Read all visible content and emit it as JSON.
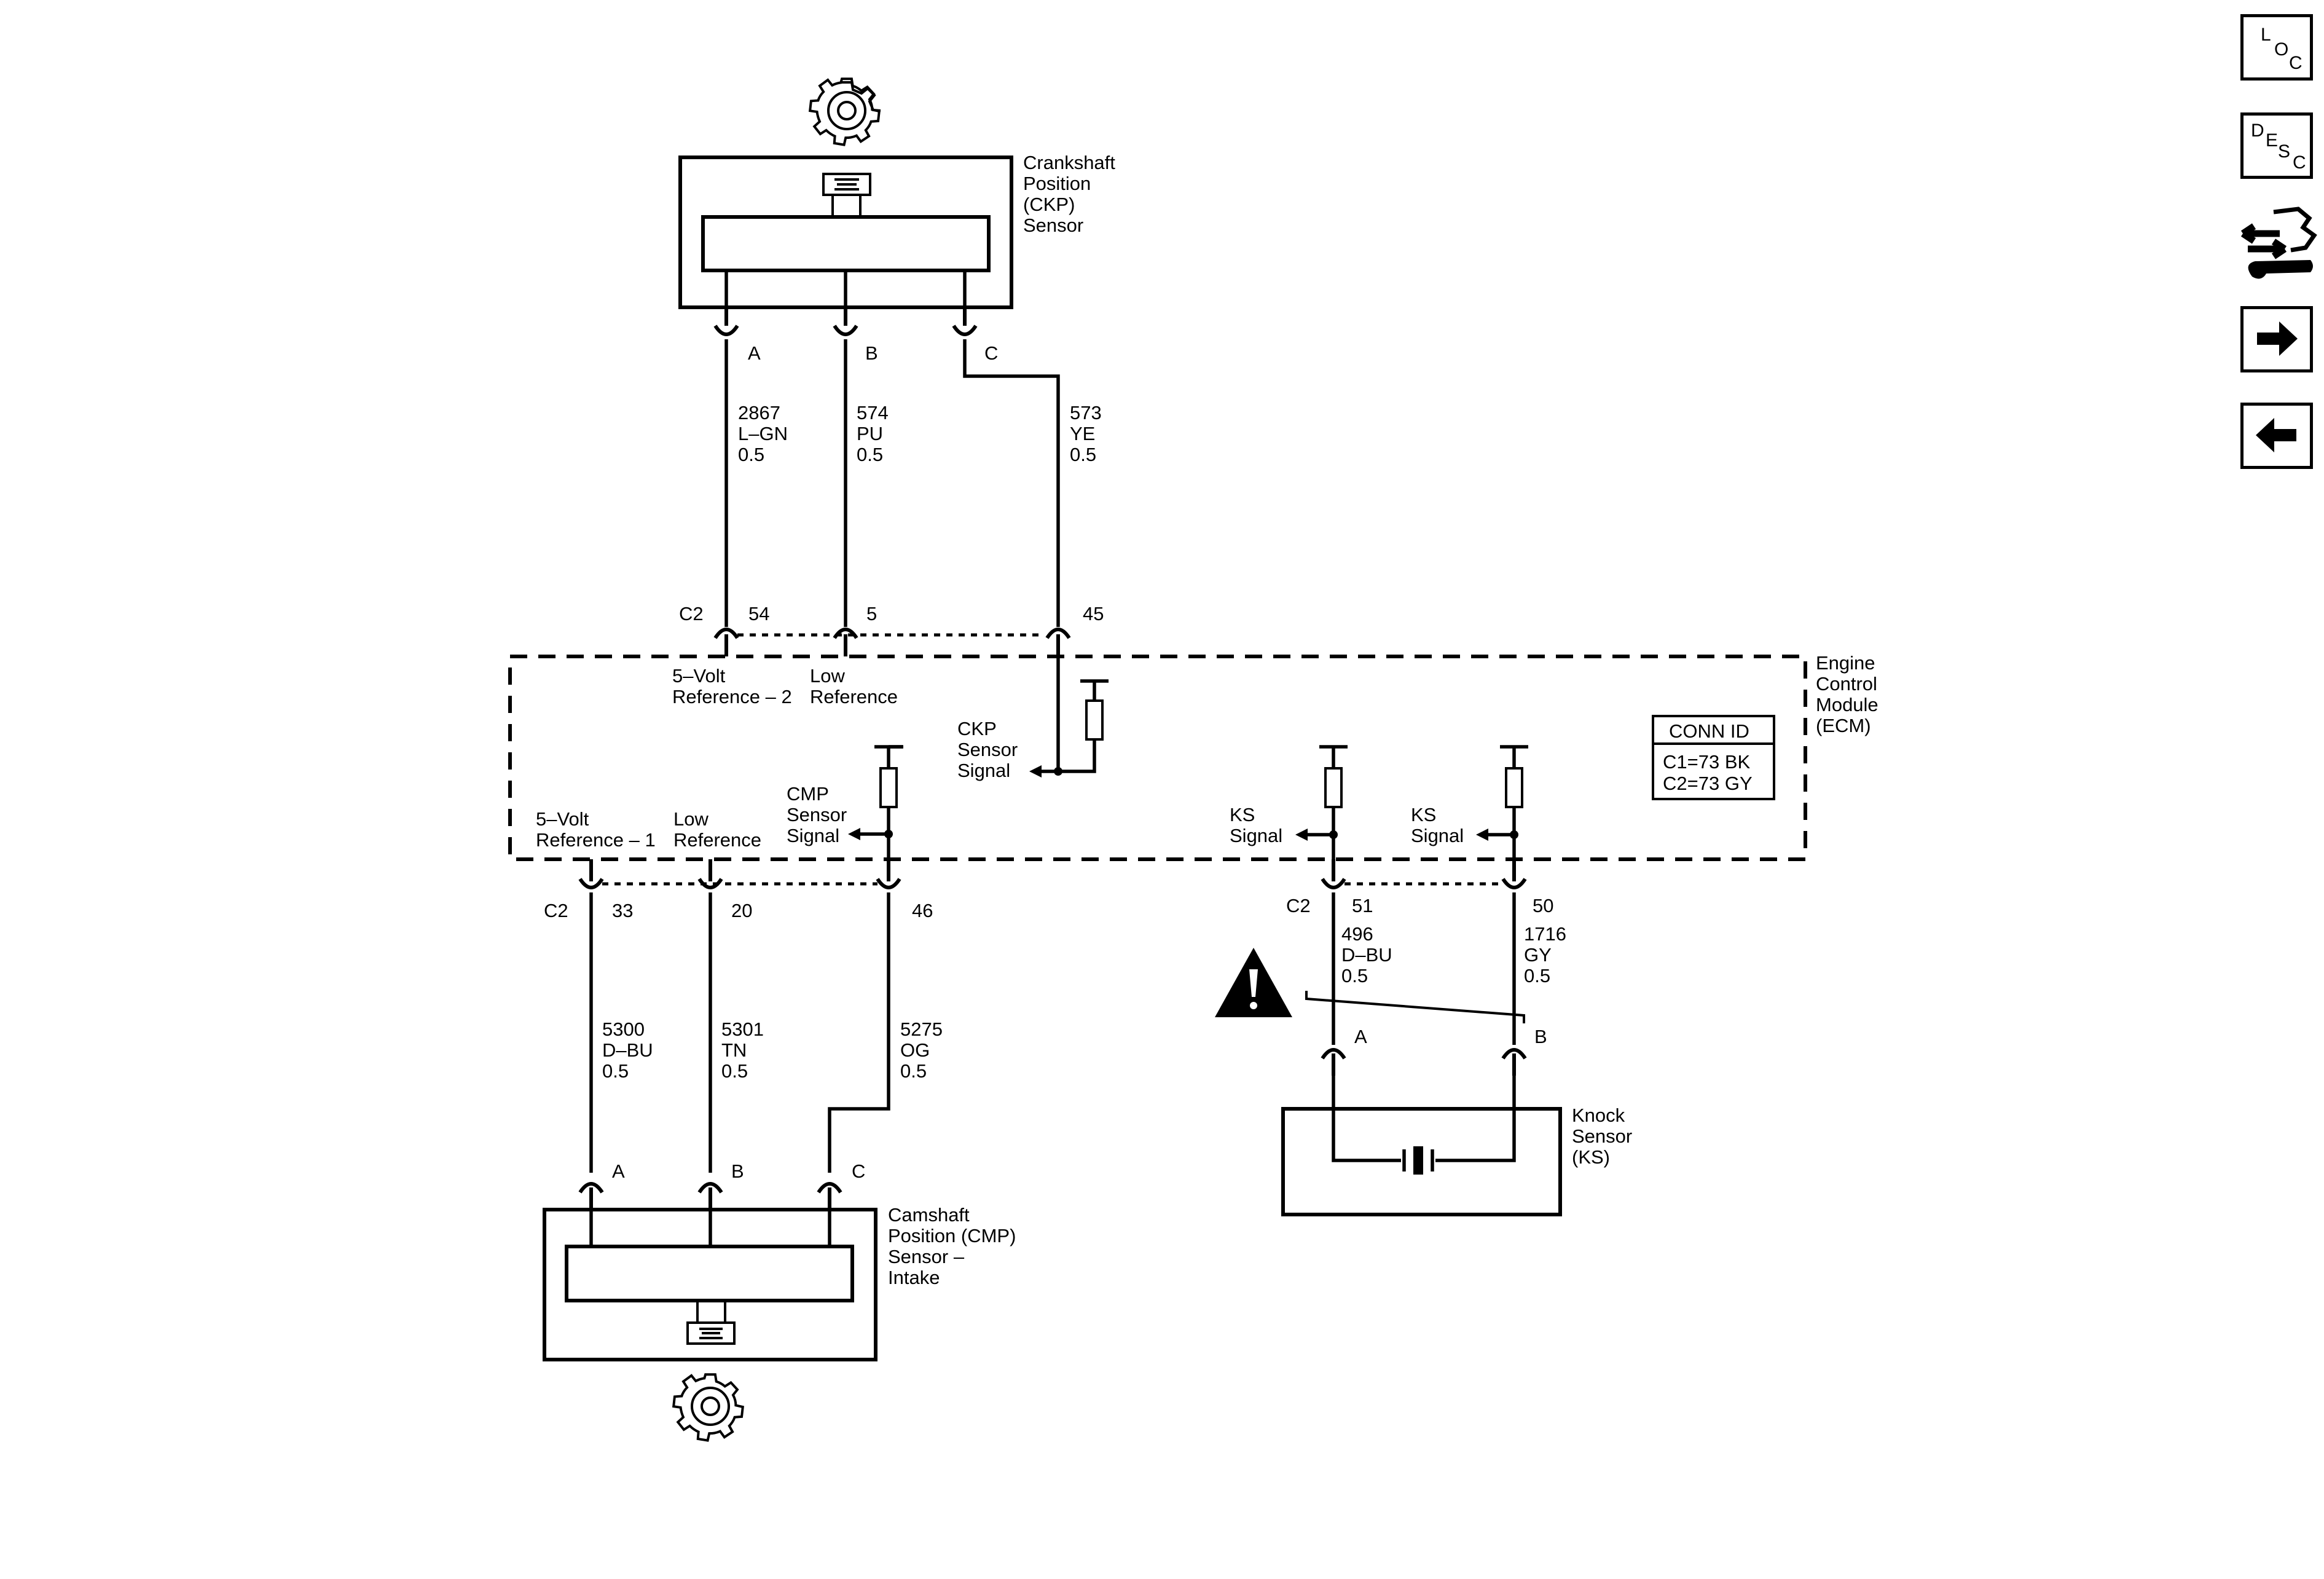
{
  "ckp": {
    "title_lines": [
      "Crankshaft",
      "Position",
      "(CKP)",
      "Sensor"
    ]
  },
  "cmp": {
    "title_lines": [
      "Camshaft",
      "Position (CMP)",
      "Sensor –",
      "Intake"
    ]
  },
  "ks": {
    "title_lines": [
      "Knock",
      "Sensor",
      "(KS)"
    ]
  },
  "ecm": {
    "title_lines": [
      "Engine",
      "Control",
      "Module",
      "(ECM)"
    ],
    "conn_id": {
      "header": "CONN ID",
      "c1": "C1=73 BK",
      "c2": "C2=73 GY"
    }
  },
  "pins": {
    "A": "A",
    "B": "B",
    "C": "C"
  },
  "connector_c2": "C2",
  "ckp_circuits": [
    {
      "circuit": "2867",
      "color": "L–GN",
      "gauge": "0.5",
      "ecm_pin": "54"
    },
    {
      "circuit": "574",
      "color": "PU",
      "gauge": "0.5",
      "ecm_pin": "5"
    },
    {
      "circuit": "573",
      "color": "YE",
      "gauge": "0.5",
      "ecm_pin": "45"
    }
  ],
  "cmp_circuits": [
    {
      "circuit": "5300",
      "color": "D–BU",
      "gauge": "0.5",
      "ecm_pin": "33"
    },
    {
      "circuit": "5301",
      "color": "TN",
      "gauge": "0.5",
      "ecm_pin": "20"
    },
    {
      "circuit": "5275",
      "color": "OG",
      "gauge": "0.5",
      "ecm_pin": "46"
    }
  ],
  "ks_circuits": [
    {
      "circuit": "496",
      "color": "D–BU",
      "gauge": "0.5",
      "ecm_pin": "51"
    },
    {
      "circuit": "1716",
      "color": "GY",
      "gauge": "0.5",
      "ecm_pin": "50"
    }
  ],
  "ecm_labels": {
    "ref2": [
      "5–Volt",
      "Reference – 2"
    ],
    "low_ref_top": [
      "Low",
      "Reference"
    ],
    "ckp_signal": [
      "CKP",
      "Sensor",
      "Signal"
    ],
    "ref1": [
      "5–Volt",
      "Reference – 1"
    ],
    "low_ref_bottom": [
      "Low",
      "Reference"
    ],
    "cmp_signal": [
      "CMP",
      "Sensor",
      "Signal"
    ],
    "ks_signal_1": [
      "KS",
      "Signal"
    ],
    "ks_signal_2": [
      "KS",
      "Signal"
    ]
  },
  "nav": {
    "loc": [
      "L",
      "O",
      "C"
    ],
    "desc": [
      "D",
      "E",
      "S",
      "C"
    ]
  },
  "icons": {
    "gear": "gear-icon",
    "warning": "warning-triangle-icon",
    "tools": "tools-icon",
    "next": "arrow-right-icon",
    "prev": "arrow-left-icon"
  }
}
